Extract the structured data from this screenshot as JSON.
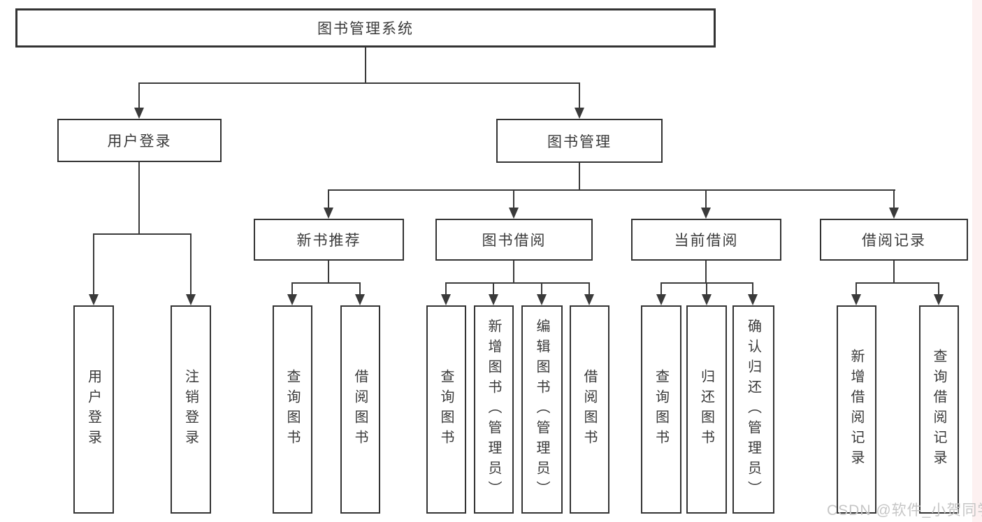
{
  "diagram": {
    "title": "图书管理系统",
    "branches": [
      {
        "label": "用户登录",
        "children": [
          {
            "label": "用户登录"
          },
          {
            "label": "注销登录"
          }
        ]
      },
      {
        "label": "图书管理",
        "children": [
          {
            "label": "新书推荐",
            "children": [
              {
                "label": "查询图书"
              },
              {
                "label": "借阅图书"
              }
            ]
          },
          {
            "label": "图书借阅",
            "children": [
              {
                "label": "查询图书"
              },
              {
                "label": "新增图书（管理员）"
              },
              {
                "label": "编辑图书（管理员）"
              },
              {
                "label": "借阅图书"
              }
            ]
          },
          {
            "label": "当前借阅",
            "children": [
              {
                "label": "查询图书"
              },
              {
                "label": "归还图书"
              },
              {
                "label": "确认归还（管理员）"
              }
            ]
          },
          {
            "label": "借阅记录",
            "children": [
              {
                "label": "新增借阅记录"
              },
              {
                "label": "查询借阅记录"
              }
            ]
          }
        ]
      }
    ]
  },
  "watermark": {
    "text": "CSDN @软件_小贺同学"
  },
  "colors": {
    "line": "#3a3a3a",
    "box_border": "#333333",
    "text": "#3a3a3a",
    "watermark": "#c6c6c6",
    "right_strip": "#fdf1f1"
  }
}
